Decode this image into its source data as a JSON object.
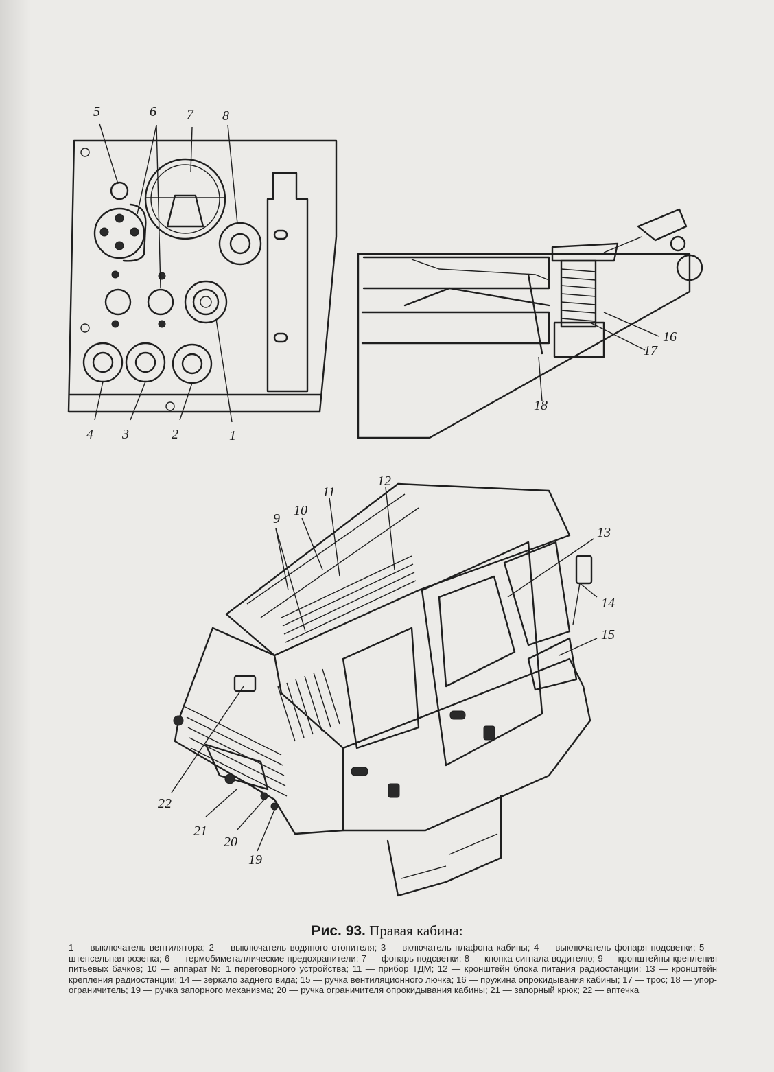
{
  "figure": {
    "caption_prefix": "Рис. 93.",
    "caption_title": "Правая кабина:",
    "legend": "1 — выключатель вентилятора; 2 — выключатель водяного отопителя; 3 — включатель плафона кабины; 4 — выключатель фонаря подсветки; 5 — штепсельная розетка; 6 — термобиметаллические предохранители; 7 — фонарь подсветки; 8 — кнопка сигнала водителю; 9 — кронштейны крепления питьевых бачков; 10 — аппарат № 1 переговорного устройства; 11 — прибор ТДМ; 12 — кронштейн блока питания радиостанции; 13 — кронштейн крепления радиостанции; 14 — зеркало заднего вида; 15 — ручка вентиляционного лючка; 16 — пружина опрокидывания кабины; 17 — трос; 18 — упор-ограничитель; 19 — ручка запорного механизма; 20 — ручка ограничителя опрокидывания кабины; 21 — запорный крюк; 22 — аптечка"
  },
  "callouts": {
    "n1": "1",
    "n2": "2",
    "n3": "3",
    "n4": "4",
    "n5": "5",
    "n6": "6",
    "n7": "7",
    "n8": "8",
    "n9": "9",
    "n10": "10",
    "n11": "11",
    "n12": "12",
    "n13": "13",
    "n14": "14",
    "n15": "15",
    "n16": "16",
    "n17": "17",
    "n18": "18",
    "n19": "19",
    "n20": "20",
    "n21": "21",
    "n22": "22"
  }
}
